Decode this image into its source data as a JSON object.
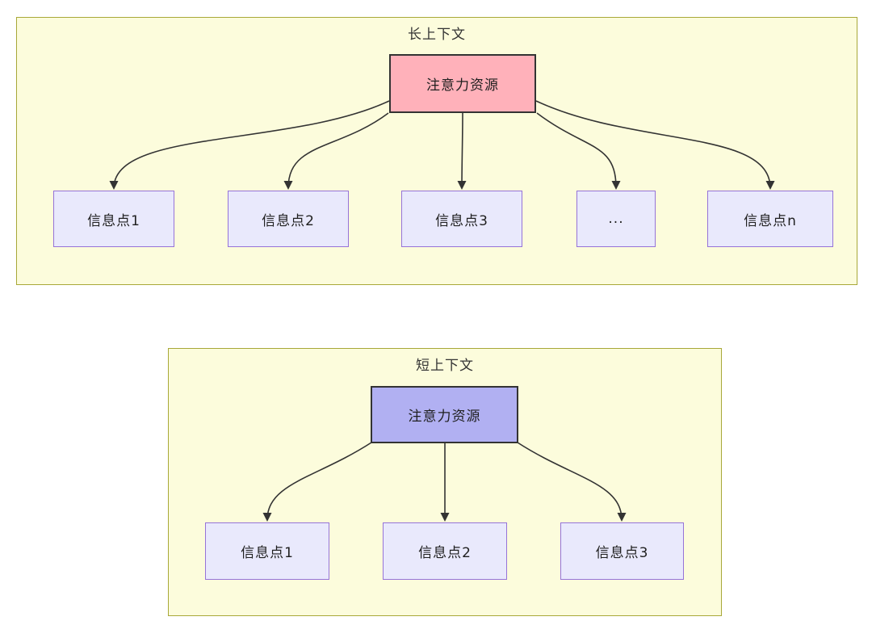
{
  "diagram": {
    "type": "flow-diagram",
    "topic": "attention resources across context lengths"
  },
  "colors": {
    "canvas_bg": "#ffffff",
    "container_bg": "#fcfcdc",
    "container_border": "#a8a838",
    "attention_long_bg": "#ffb1ba",
    "attention_short_bg": "#b1b0f2",
    "attention_border": "#333333",
    "node_bg": "#e9e9fc",
    "node_border": "#9673d8",
    "edge_color": "#333333",
    "text_color": "#333333"
  },
  "long_context": {
    "title": "长上下文",
    "attention": {
      "label": "注意力资源"
    },
    "nodes": [
      {
        "label": "信息点1"
      },
      {
        "label": "信息点2"
      },
      {
        "label": "信息点3"
      },
      {
        "label": "..."
      },
      {
        "label": "信息点n"
      }
    ]
  },
  "short_context": {
    "title": "短上下文",
    "attention": {
      "label": "注意力资源"
    },
    "nodes": [
      {
        "label": "信息点1"
      },
      {
        "label": "信息点2"
      },
      {
        "label": "信息点3"
      }
    ]
  }
}
